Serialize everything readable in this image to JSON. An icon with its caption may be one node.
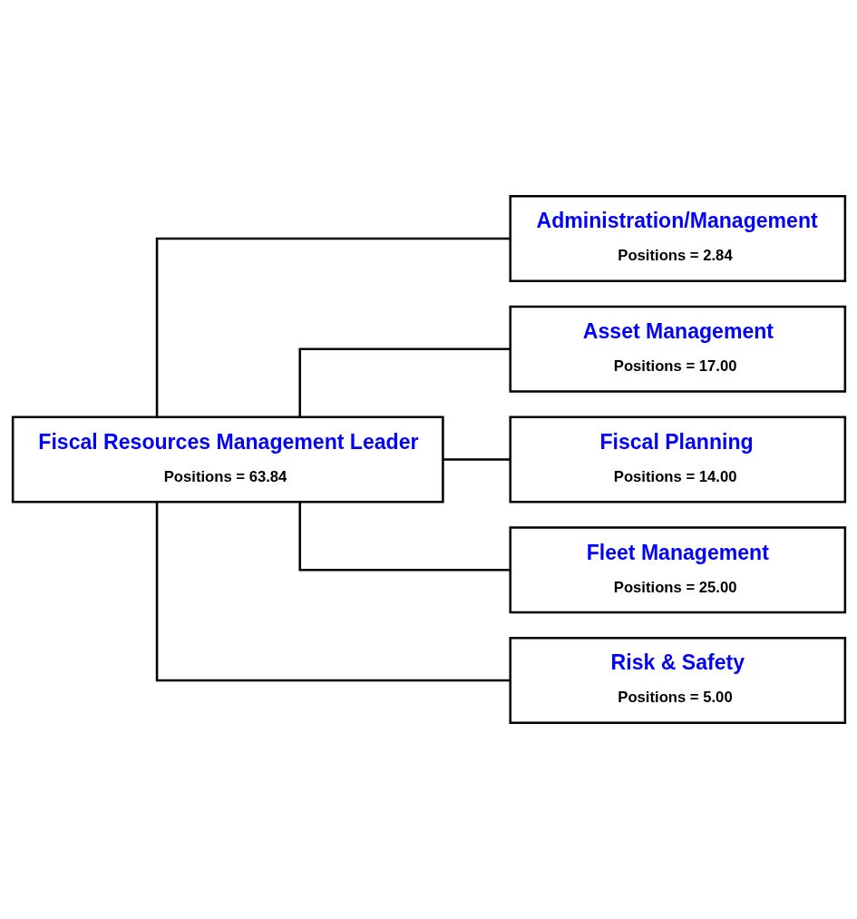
{
  "diagram": {
    "nodes": [
      {
        "text": [
          "Fiscal Resources Management Leader",
          "Positions = 63.84"
        ]
      },
      {
        "text": [
          "Administration/Management",
          "Positions = 2.84"
        ]
      },
      {
        "text": [
          "Asset Management",
          "Positions = 17.00"
        ]
      },
      {
        "text": [
          "Fiscal Planning",
          "Positions = 14.00"
        ]
      },
      {
        "text": [
          "Fleet Management",
          "Positions = 25.00"
        ]
      },
      {
        "text": [
          "Risk & Safety",
          "Positions = 5.00"
        ]
      }
    ],
    "edges": [
      {
        "from": 0,
        "to": 1,
        "arrow": "none"
      },
      {
        "from": 0,
        "to": 2,
        "arrow": "none"
      },
      {
        "from": 0,
        "to": 3,
        "arrow": "none"
      },
      {
        "from": 0,
        "to": 4,
        "arrow": "none"
      },
      {
        "from": 0,
        "to": 5,
        "arrow": "none"
      }
    ]
  }
}
